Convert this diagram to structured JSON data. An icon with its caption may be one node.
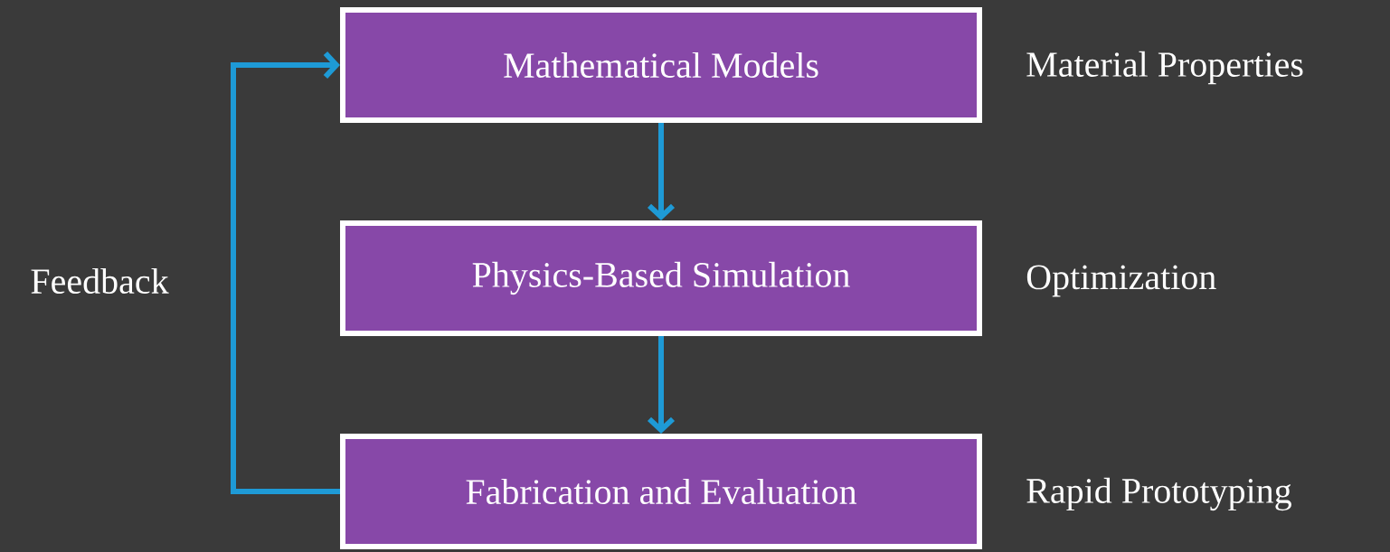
{
  "diagram": {
    "nodes": [
      {
        "text": [
          "Mathematical Models"
        ]
      },
      {
        "text": [
          "Physics-Based Simulation"
        ]
      },
      {
        "text": [
          "Fabrication and Evaluation"
        ]
      }
    ],
    "edges": [
      {
        "from": 0,
        "to": 1,
        "arrow": "to"
      },
      {
        "from": 1,
        "to": 2,
        "arrow": "to"
      },
      {
        "from": 2,
        "to": 0,
        "arrow": "to",
        "label": "Feedback"
      }
    ],
    "labels": [
      "Material Properties",
      "Optimization",
      "Rapid Prototyping"
    ]
  }
}
